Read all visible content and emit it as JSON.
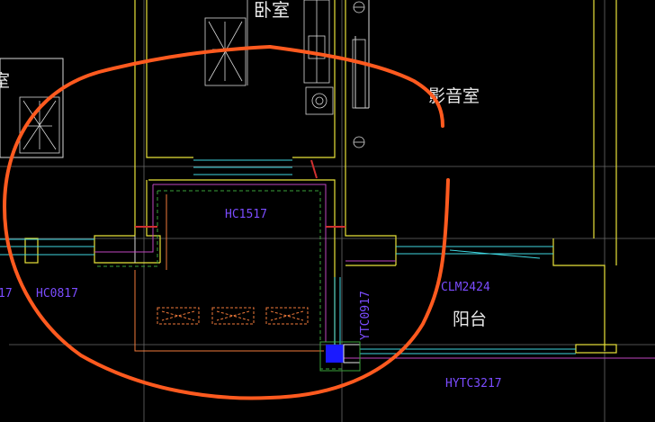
{
  "app": {
    "view": "CAD floor plan drawing",
    "background_color": "#000000"
  },
  "colors": {
    "wall_yellow": "#e8e23a",
    "wall_white": "#d8d8d8",
    "window_cyan": "#3fd6e0",
    "label_purple": "#7b4cff",
    "magenta_line": "#c046c0",
    "green_dashed": "#3aa23a",
    "orange_line": "#f07a3a",
    "markup_orange": "#ff5a1f",
    "selection_blue": "#1a1aff",
    "room_label_white": "#e8e8e8",
    "red_marker": "#d03030"
  },
  "rooms": {
    "bedroom": "卧室",
    "cinema": "影音室",
    "balcony": "阳台",
    "left_room_partial": "室"
  },
  "labels": {
    "hc1517": "HC1517",
    "hc0817": "HC0817",
    "left_17": "17",
    "ytc0917": "YTC0917",
    "clm2424": "CLM2424",
    "hytc3217": "HYTC3217"
  },
  "icons": {
    "bed": "bed-icon",
    "nightstand": "nightstand-icon",
    "wardrobe": "wardrobe-icon",
    "fixture": "fixture-icon",
    "ac_unit": "ac-unit-icon",
    "selection": "selection-grip-icon"
  }
}
